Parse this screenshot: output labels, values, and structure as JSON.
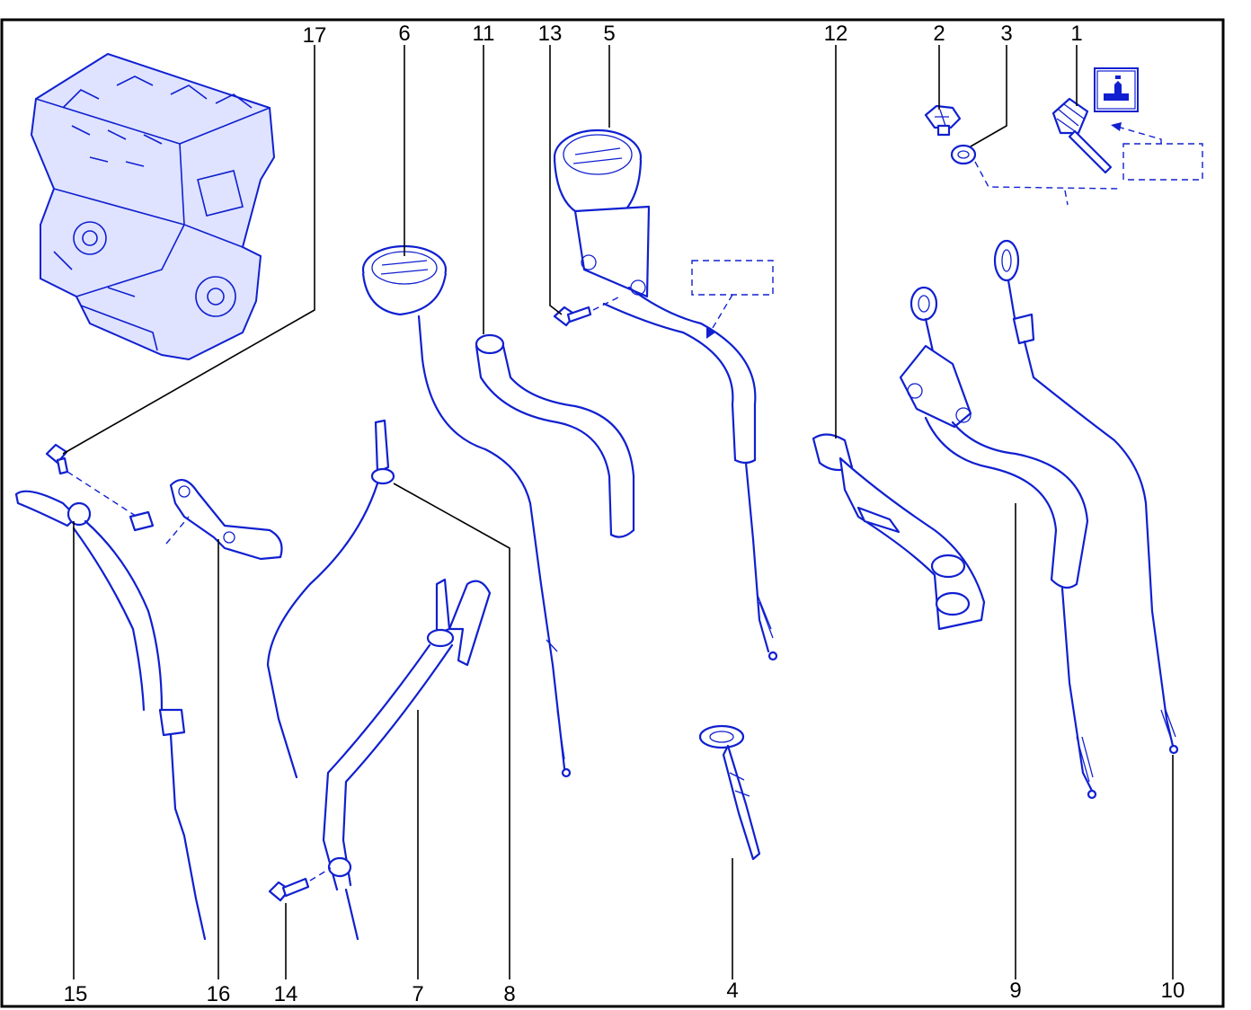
{
  "colors": {
    "line": "#1020d0",
    "frame": "#000000",
    "engine_shade": "#dfe3ff"
  },
  "callouts": {
    "c1": "1",
    "c2": "2",
    "c3": "3",
    "c4": "4",
    "c5": "5",
    "c6": "6",
    "c7": "7",
    "c8": "8",
    "c9": "9",
    "c10": "10",
    "c11": "11",
    "c12": "12",
    "c13": "13",
    "c14": "14",
    "c15": "15",
    "c16": "16",
    "c17": "17"
  },
  "icons": {
    "reference_symbol": "oil-level-sensor-icon",
    "engine": "engine-block-icon"
  }
}
